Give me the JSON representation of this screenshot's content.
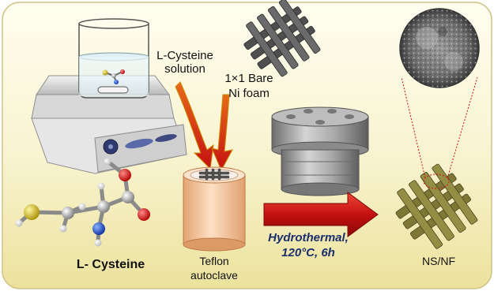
{
  "labels": {
    "cysteine_solution": "L-Cysteine solution",
    "cysteine_solution_line1": "L-Cysteine",
    "cysteine_solution_line2": "solution",
    "bare_ni_foam_line1": "1×1 Bare",
    "bare_ni_foam_line2": "Ni foam",
    "teflon_line1": "Teflon",
    "teflon_line2": "autoclave",
    "hydrothermal_line1": "Hydrothermal,",
    "hydrothermal_line2": "120°C, 6h",
    "product": "NS/NF",
    "molecule": "L- Cysteine"
  },
  "icons": [
    "hot-plate-stirrer-icon",
    "beaker-icon",
    "ni-foam-mesh-icon",
    "steel-autoclave-icon",
    "teflon-liner-icon",
    "sem-image-icon",
    "cysteine-molecule-icon",
    "process-arrow-icon"
  ],
  "colors": {
    "background_top": "#fdfbe8",
    "background_bottom": "#efe7a6",
    "process_arrow": "#c41010",
    "mesh_bare": "#505050",
    "mesh_coated": "#7d7836",
    "teflon": "#f3c39a",
    "hydrothermal_text": "#1a2e6e"
  }
}
